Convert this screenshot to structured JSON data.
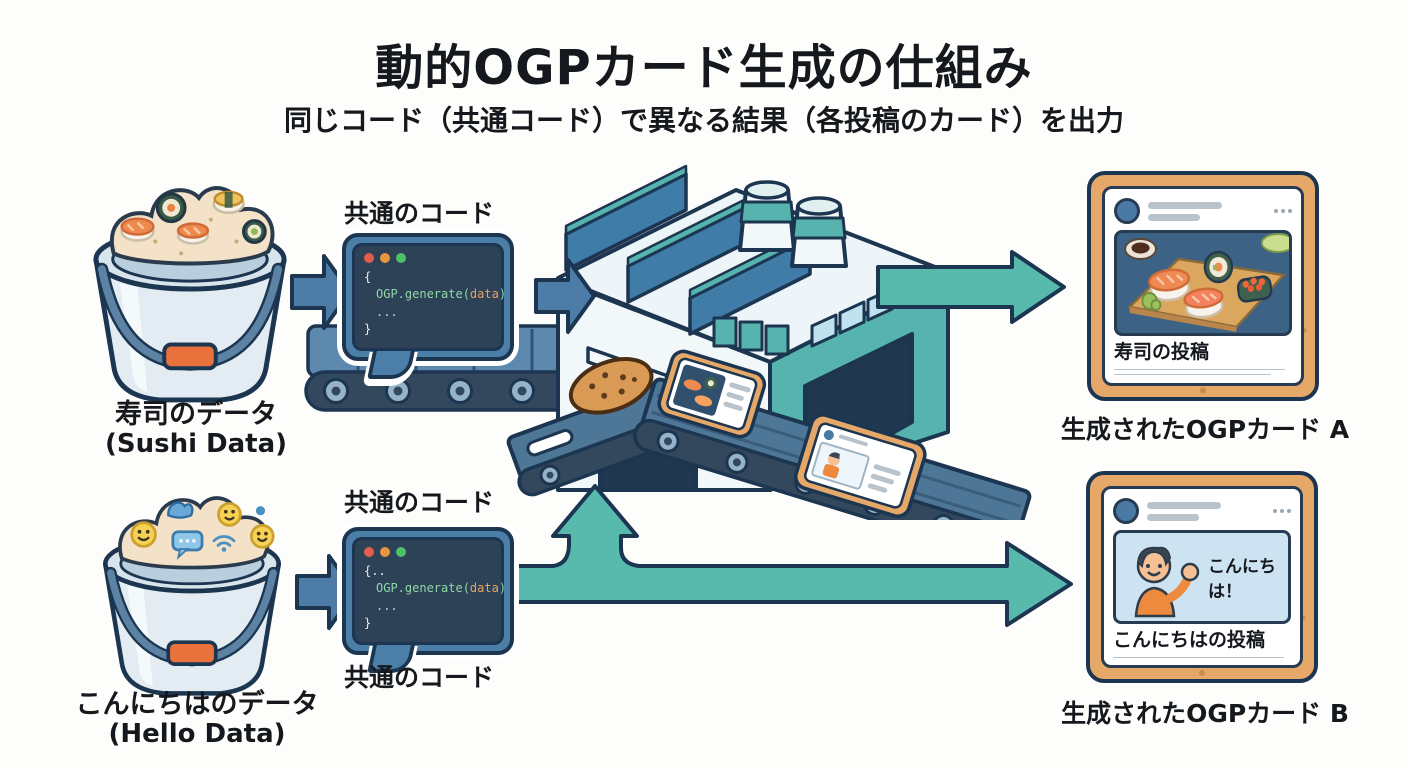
{
  "header": {
    "title": "動的OGPカード生成の仕組み",
    "subtitle": "同じコード（共通コード）で異なる結果（各投稿のカード）を出力"
  },
  "inputs": {
    "sushi_bucket": {
      "label_jp": "寿司のデータ",
      "label_en": "(Sushi Data)"
    },
    "hello_bucket": {
      "label_jp": "こんにちはのデータ",
      "label_en": "(Hello Data)"
    }
  },
  "code_snippet": {
    "label_top": "共通のコード",
    "label_bottom_above": "共通のコード",
    "label_bottom_below": "共通のコード",
    "top_window": {
      "line_open": "{",
      "fn": "OGP.generate(",
      "arg": "data",
      "fn_close": ")",
      "ellipsis": "...",
      "line_close": "}"
    },
    "bottom_window": {
      "line_open": "{..",
      "fn": "OGP.generate(",
      "arg": "data",
      "fn_close": ")",
      "ellipsis": "...",
      "line_close": "}"
    }
  },
  "outputs": {
    "card_a": {
      "post_title": "寿司の投稿",
      "caption": "生成されたOGPカード A"
    },
    "card_b": {
      "image_text": "こんにちは！",
      "post_title": "こんにちはの投稿",
      "caption": "生成されたOGPカード B"
    }
  },
  "colors": {
    "arrow_blue": "#4d7da7",
    "arrow_teal": "#58b9ad",
    "outline": "#1c3550",
    "code_window_bg": "#2d4157",
    "code_frame": "#4c7fa8",
    "code_fn": "#8fd9a8",
    "code_arg": "#e8a45e",
    "cookie": "#e5a869",
    "factory_teal": "#57b3ae",
    "belt_deck": "#5d89ae",
    "belt_band": "#33485c",
    "avatar_blue": "#4a7aa3",
    "line_gray": "#b9c3cc"
  }
}
